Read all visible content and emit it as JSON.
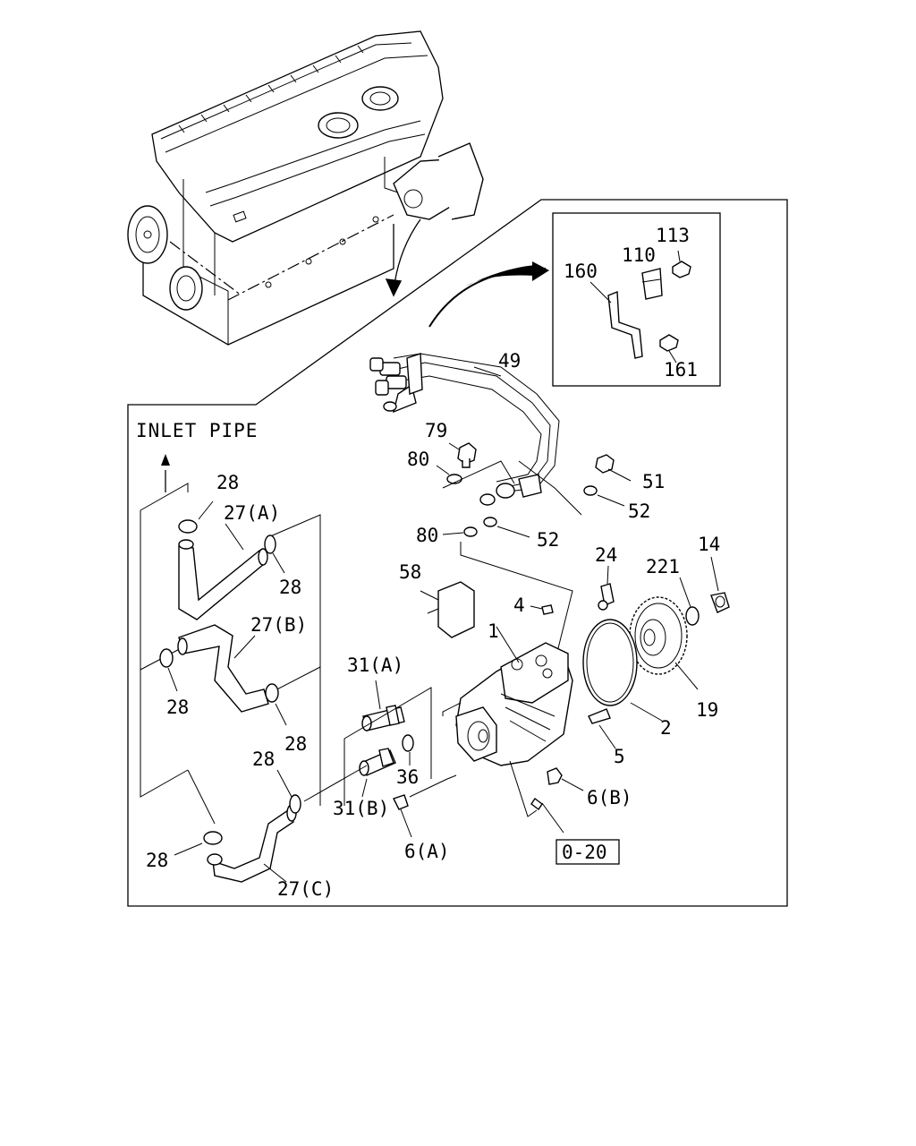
{
  "title_label": "INLET PIPE",
  "reference_box": "0-20",
  "callouts": {
    "c113": "113",
    "c110": "110",
    "c160": "160",
    "c161": "161",
    "c49": "49",
    "c79": "79",
    "c80a": "80",
    "c80b": "80",
    "c51": "51",
    "c52a": "52",
    "c52b": "52",
    "c24": "24",
    "c221": "221",
    "c14": "14",
    "c58": "58",
    "c4": "4",
    "c1": "1",
    "c19": "19",
    "c2": "2",
    "c5": "5",
    "c6b": "6(B)",
    "c6a": "6(A)",
    "c31a": "31(A)",
    "c31b": "31(B)",
    "c36": "36",
    "c28a": "28",
    "c28b": "28",
    "c28c": "28",
    "c28d": "28",
    "c28e": "28",
    "c28f": "28",
    "c27a": "27(A)",
    "c27b": "27(B)",
    "c27c": "27(C)"
  }
}
